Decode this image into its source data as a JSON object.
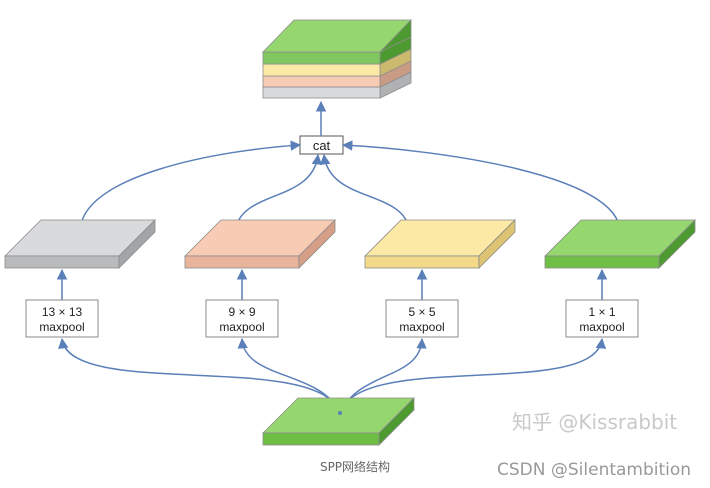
{
  "diagram": {
    "output_op": "cat",
    "pooling_branches": [
      {
        "kernel": "13 × 13",
        "op": "maxpool",
        "color": "#d9dadc"
      },
      {
        "kernel": "9 × 9",
        "op": "maxpool",
        "color": "#f8cbb4"
      },
      {
        "kernel": "5 × 5",
        "op": "maxpool",
        "color": "#fde9a6"
      },
      {
        "kernel": "1 × 1",
        "op": "maxpool",
        "color": "#80c75f"
      }
    ],
    "output_stack_colors": [
      "#d9dadc",
      "#f8cbb4",
      "#fde9a6",
      "#80c75f"
    ],
    "input_color": "#80c75f",
    "arrow_color": "#5b7fb8"
  },
  "caption": "SPP网络结构",
  "watermarks": {
    "zhihu": "知乎 @Kissrabbit",
    "csdn": "CSDN @Silentambition"
  }
}
